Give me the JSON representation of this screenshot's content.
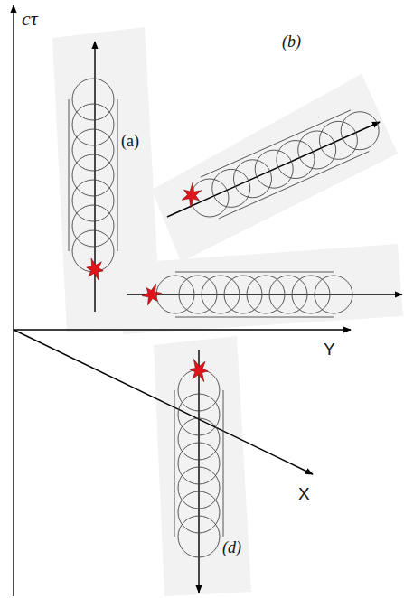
{
  "diagram": {
    "labels": [
      "cτ",
      "Y",
      "X",
      "(a)",
      "(b)",
      "(d)"
    ]
  }
}
